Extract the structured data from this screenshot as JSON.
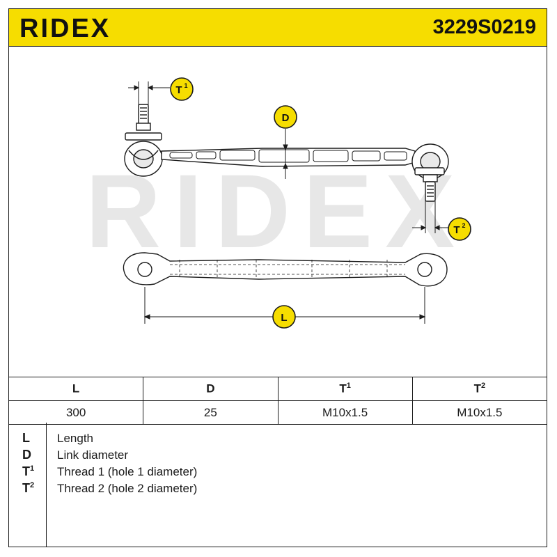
{
  "header": {
    "brand": "RIDEX",
    "part_number": "3229S0219"
  },
  "diagram": {
    "watermark": "RIDEX",
    "callouts": {
      "t1": {
        "letter": "T",
        "sup": "1"
      },
      "d": {
        "letter": "D"
      },
      "t2": {
        "letter": "T",
        "sup": "2"
      },
      "l": {
        "letter": "L"
      }
    }
  },
  "spec_table": {
    "headers": [
      {
        "letter": "L",
        "sup": ""
      },
      {
        "letter": "D",
        "sup": ""
      },
      {
        "letter": "T",
        "sup": "1"
      },
      {
        "letter": "T",
        "sup": "2"
      }
    ],
    "values": [
      "300",
      "25",
      "M10x1.5",
      "M10x1.5"
    ]
  },
  "legend": [
    {
      "letter": "L",
      "sup": "",
      "desc": "Length"
    },
    {
      "letter": "D",
      "sup": "",
      "desc": "Link diameter"
    },
    {
      "letter": "T",
      "sup": "1",
      "desc": "Thread 1 (hole 1 diameter)"
    },
    {
      "letter": "T",
      "sup": "2",
      "desc": "Thread 2 (hole 2 diameter)"
    }
  ],
  "colors": {
    "accent": "#f6dd00",
    "line": "#1a1a1a",
    "watermark": "#e7e7e7"
  }
}
